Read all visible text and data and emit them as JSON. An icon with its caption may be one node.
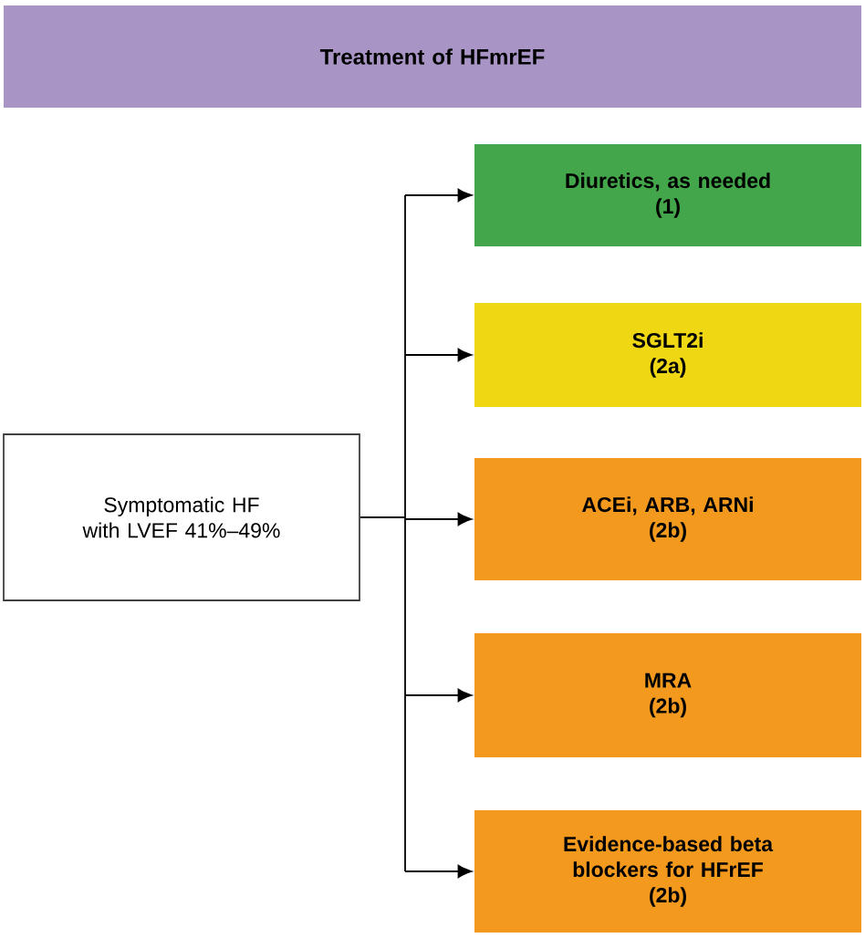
{
  "diagram": {
    "nodes": [
      {
        "text": [
          "Treatment of HFmrEF"
        ]
      },
      {
        "text": [
          "Symptomatic HF with LVEF 41%–49%"
        ]
      },
      {
        "text": [
          "Diuretics, as needed",
          "(1)"
        ]
      },
      {
        "text": [
          "SGLT2i",
          "(2a)"
        ]
      },
      {
        "text": [
          "ACEi, ARB, ARNi",
          "(2b)"
        ]
      },
      {
        "text": [
          "MRA",
          "(2b)"
        ]
      },
      {
        "text": [
          "Evidence-based beta blockers for HFrEF",
          "(2b)"
        ]
      }
    ],
    "edges": [
      {
        "from": 1,
        "to": 2,
        "arrow": "to"
      },
      {
        "from": 1,
        "to": 3,
        "arrow": "to"
      },
      {
        "from": 1,
        "to": 4,
        "arrow": "to"
      },
      {
        "from": 1,
        "to": 5,
        "arrow": "to"
      },
      {
        "from": 1,
        "to": 6,
        "arrow": "to"
      }
    ]
  }
}
